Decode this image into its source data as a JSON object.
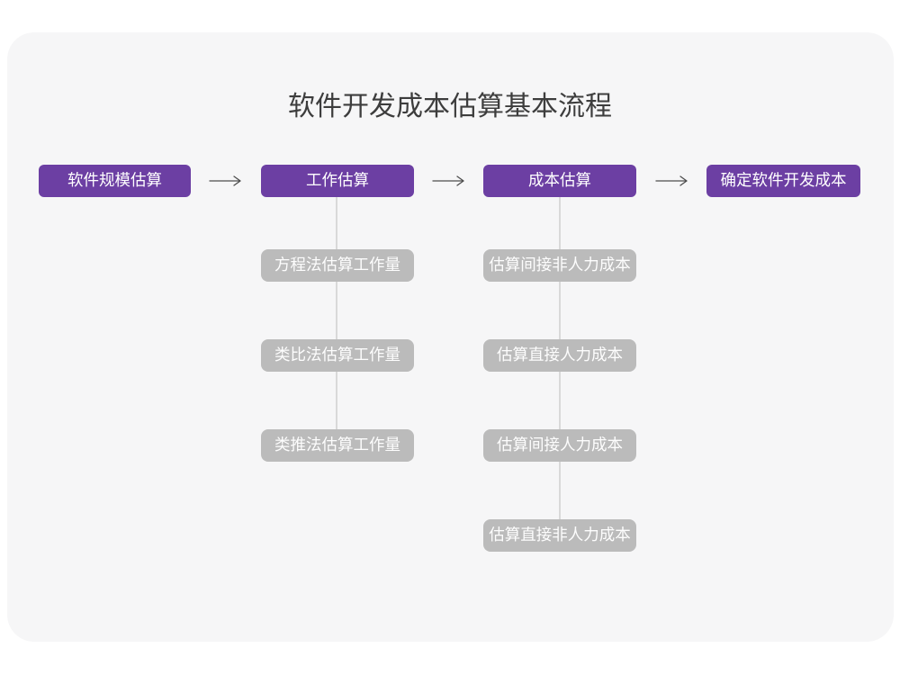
{
  "title": "软件开发成本估算基本流程",
  "flow": {
    "main_steps": [
      {
        "id": "software-scale-estimation",
        "label": "软件规模估算"
      },
      {
        "id": "work-estimation",
        "label": "工作估算",
        "sub_steps": [
          "方程法估算工作量",
          "类比法估算工作量",
          "类推法估算工作量"
        ]
      },
      {
        "id": "cost-estimation",
        "label": "成本估算",
        "sub_steps": [
          "估算间接非人力成本",
          "估算直接人力成本",
          "估算间接人力成本",
          "估算直接非人力成本"
        ]
      },
      {
        "id": "determine-software-dev-cost",
        "label": "确定软件开发成本"
      }
    ]
  },
  "icons": {
    "arrow_right": "long-right-arrow"
  },
  "colors": {
    "page_bg": "#ffffff",
    "card_bg": "#f6f6f7",
    "primary": "#6c3fa3",
    "sub_box_bg": "#bbbbbb",
    "sub_box_text": "#fdfdfd",
    "box_text": "#ffffff",
    "connector": "#d9d9d9",
    "arrow_color": "#4d4d4d",
    "title_text": "#3d3d3d"
  }
}
